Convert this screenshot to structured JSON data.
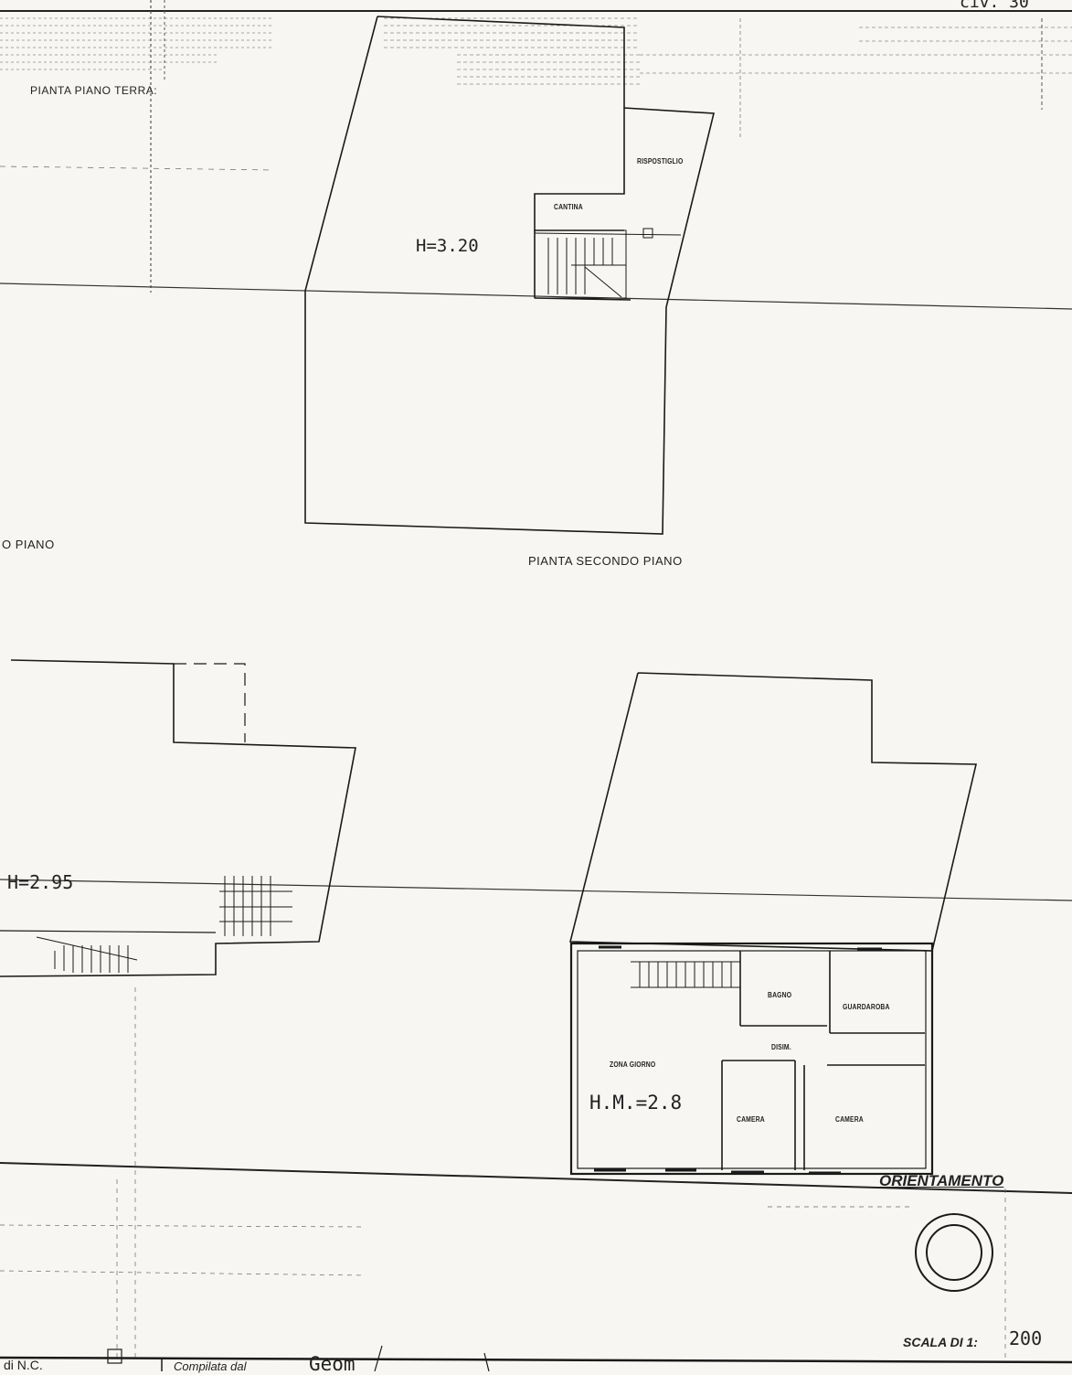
{
  "header": {
    "civ": "civ. 30"
  },
  "top_plan": {
    "title_left": "PIANTA PIANO TERRA:",
    "rooms": {
      "ripostiglio": "RISPOSTIGLIO",
      "cantina": "CANTINA"
    },
    "height": "H=3.20",
    "title_below_left": "O PIANO",
    "title_below_right": "PIANTA SECONDO PIANO"
  },
  "left_plan": {
    "height": "H=2.95"
  },
  "right_plan": {
    "rooms": {
      "bagno": "BAGNO",
      "guardaroba": "GUARDAROBA",
      "disimpegno": "DISIM.",
      "zona_giorno": "ZONA GIORNO",
      "camera_1": "CAMERA",
      "camera_2": "CAMERA"
    },
    "height": "H.M.=2.8"
  },
  "orientation": {
    "label": "ORIENTAMENTO"
  },
  "scale": {
    "label": "SCALA DI 1:",
    "value": "200"
  },
  "footer": {
    "left": "di N.C.",
    "compilata": "Compilata dal",
    "geom": "Geom"
  }
}
